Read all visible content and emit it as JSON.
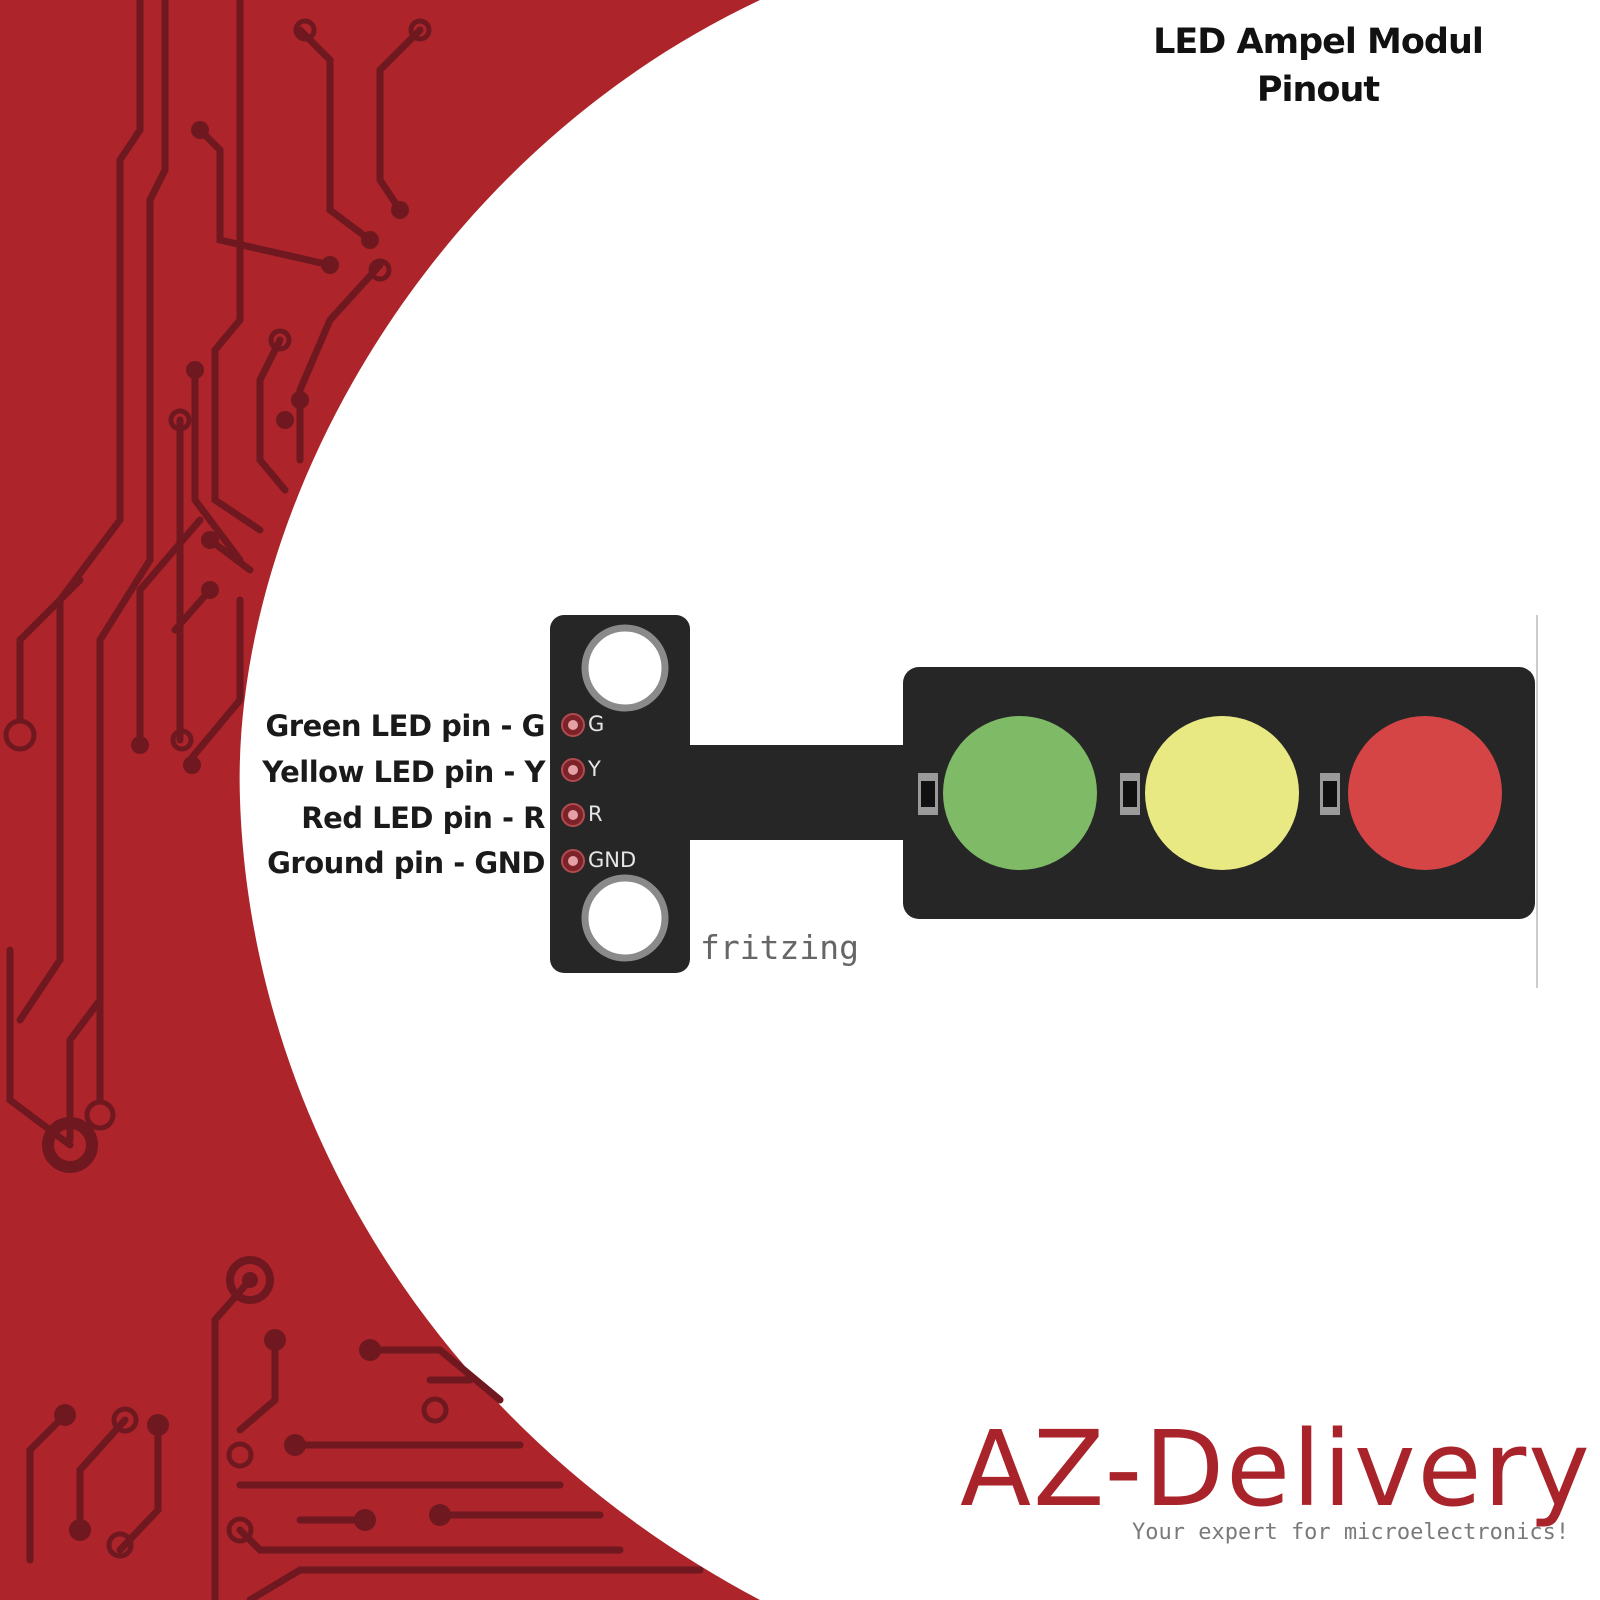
{
  "title": {
    "line1": "LED Ampel Modul",
    "line2": "Pinout"
  },
  "pins": [
    {
      "label": "Green LED pin - G",
      "name": "G"
    },
    {
      "label": "Yellow LED pin - Y",
      "name": "Y"
    },
    {
      "label": "Red LED pin - R",
      "name": "R"
    },
    {
      "label": "Ground pin - GND",
      "name": "GND"
    }
  ],
  "module": {
    "watermark": "fritzing",
    "leds": [
      {
        "color_name": "green",
        "color": "#7fba66"
      },
      {
        "color_name": "yellow",
        "color": "#e9e984"
      },
      {
        "color_name": "red",
        "color": "#d64545"
      }
    ]
  },
  "brand": {
    "logo": "AZ-Delivery",
    "tagline": "Your expert for microelectronics!",
    "color": "#a8242a"
  },
  "colors": {
    "background_red": "#ad252b",
    "trace_dark": "#6f1820",
    "board": "#262626"
  }
}
